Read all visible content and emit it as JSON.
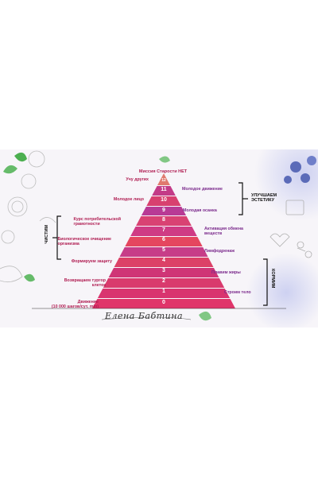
{
  "top_label": "Миссия Старости НЕТ",
  "levels": [
    {
      "number": "0",
      "color": "#e0356a"
    },
    {
      "number": "1",
      "color": "#d9346f"
    },
    {
      "number": "2",
      "color": "#d93a6d"
    },
    {
      "number": "3",
      "color": "#cf3576"
    },
    {
      "number": "4",
      "color": "#dc4167"
    },
    {
      "number": "5",
      "color": "#c73d88"
    },
    {
      "number": "6",
      "color": "#e5465f"
    },
    {
      "number": "7",
      "color": "#cf3b84"
    },
    {
      "number": "8",
      "color": "#d94273"
    },
    {
      "number": "9",
      "color": "#b83a95"
    },
    {
      "number": "10",
      "color": "#d8406f"
    },
    {
      "number": "11",
      "color": "#c33b87"
    },
    {
      "number": "12",
      "color": "#e07a6e"
    }
  ],
  "left_labels": {
    "movement": "Движение\n(10 000 шагов/сут. min)",
    "turgor": "Возвращаем тургор\nклеток",
    "protection": "Формируем защиту",
    "bio_cleaning": "Биологическое очищение\nорганизма",
    "literacy": "Курс потребительской\nграмотности",
    "young_face": "Молодое лицо",
    "teach_others": "Учу других"
  },
  "right_labels": {
    "build_body": "Строим тело",
    "melt_fat": "Плавим жиры",
    "lymph": "Лимфодренаж",
    "metabolism": "Активация обмена\nвеществ",
    "posture": "Молодая осанка",
    "young_movement": "Молодое движение"
  },
  "groups": {
    "aesthetics": "УЛУЧШАЕМ\nЭСТЕТИКУ",
    "cleanse": "ЧИСТИМ",
    "feed": "КОРМИМ"
  },
  "signature": "Елена Бабтина"
}
